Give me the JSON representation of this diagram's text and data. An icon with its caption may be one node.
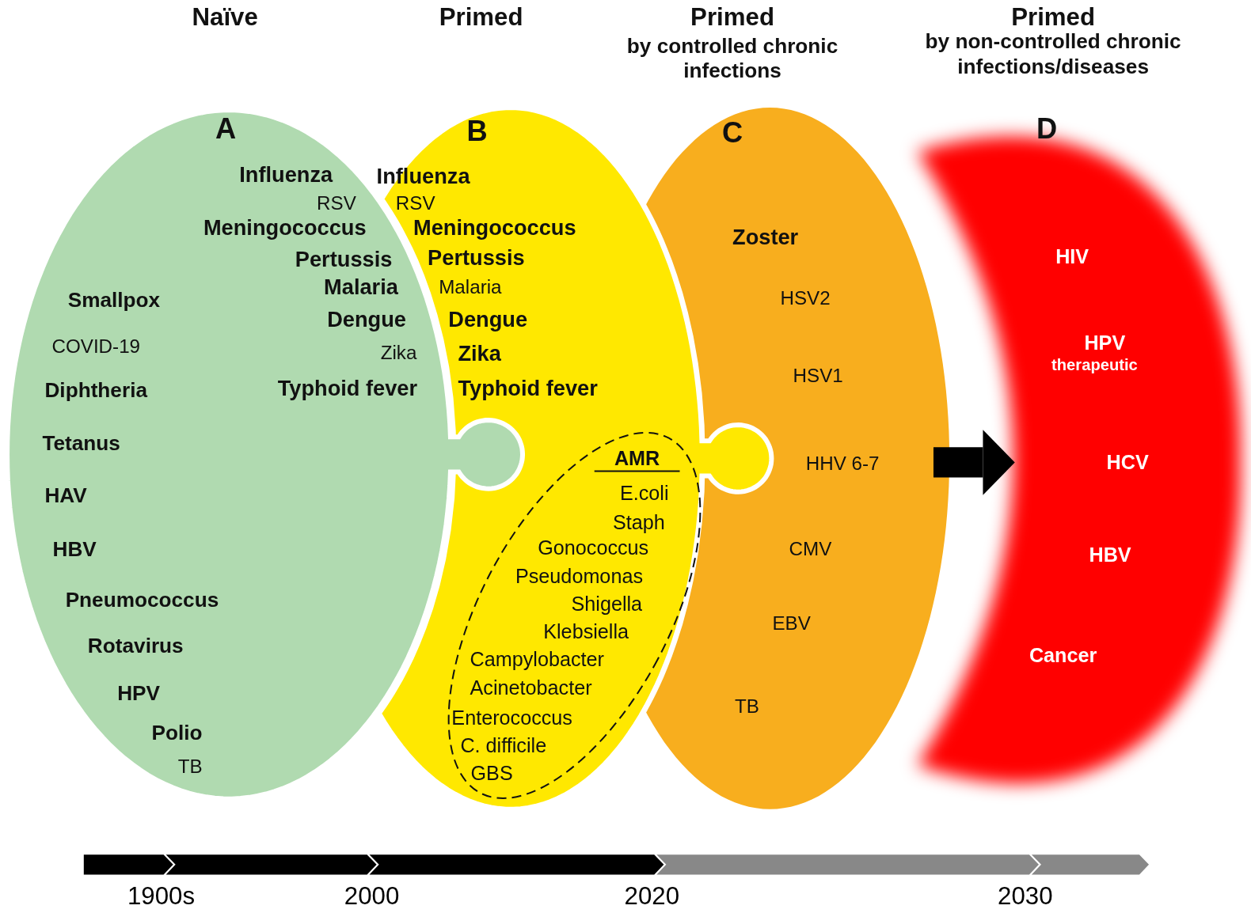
{
  "diagram": {
    "nodes": [
      {
        "text": [
          "Naïve",
          "A",
          "Influenza",
          "RSV",
          "Meningococcus",
          "Pertussis",
          "Malaria",
          "Smallpox",
          "Dengue",
          "COVID-19",
          "Zika",
          "Diphtheria",
          "Typhoid fever",
          "Tetanus",
          "HAV",
          "HBV",
          "Pneumococcus",
          "Rotavirus",
          "HPV",
          "Polio",
          "TB"
        ]
      },
      {
        "text": [
          "Primed",
          "B",
          "Influenza",
          "RSV",
          "Meningococcus",
          "Pertussis",
          "Malaria",
          "Dengue",
          "Zika",
          "Typhoid fever"
        ]
      },
      {
        "text": [
          "AMR",
          "E.coli",
          "Staph",
          "Gonococcus",
          "Pseudomonas",
          "Shigella",
          "Klebsiella",
          "Campylobacter",
          "Acinetobacter",
          "Enterococcus",
          "C. difficile",
          "GBS"
        ],
        "in": 1
      },
      {
        "text": [
          "Primed",
          "by controlled chronic infections",
          "C",
          "Zoster",
          "HSV2",
          "HSV1",
          "HHV 6-7",
          "CMV",
          "EBV",
          "TB"
        ]
      },
      {
        "text": [
          "Primed",
          "by non-controlled chronic infections/diseases",
          "D",
          "HIV",
          "HPV",
          "therapeutic",
          "HCV",
          "HBV",
          "Cancer"
        ]
      }
    ],
    "edges": [
      {
        "from": 3,
        "to": 4,
        "arrow": "to"
      }
    ],
    "labels": [
      "1900s",
      "2000",
      "2020",
      "2030"
    ]
  }
}
